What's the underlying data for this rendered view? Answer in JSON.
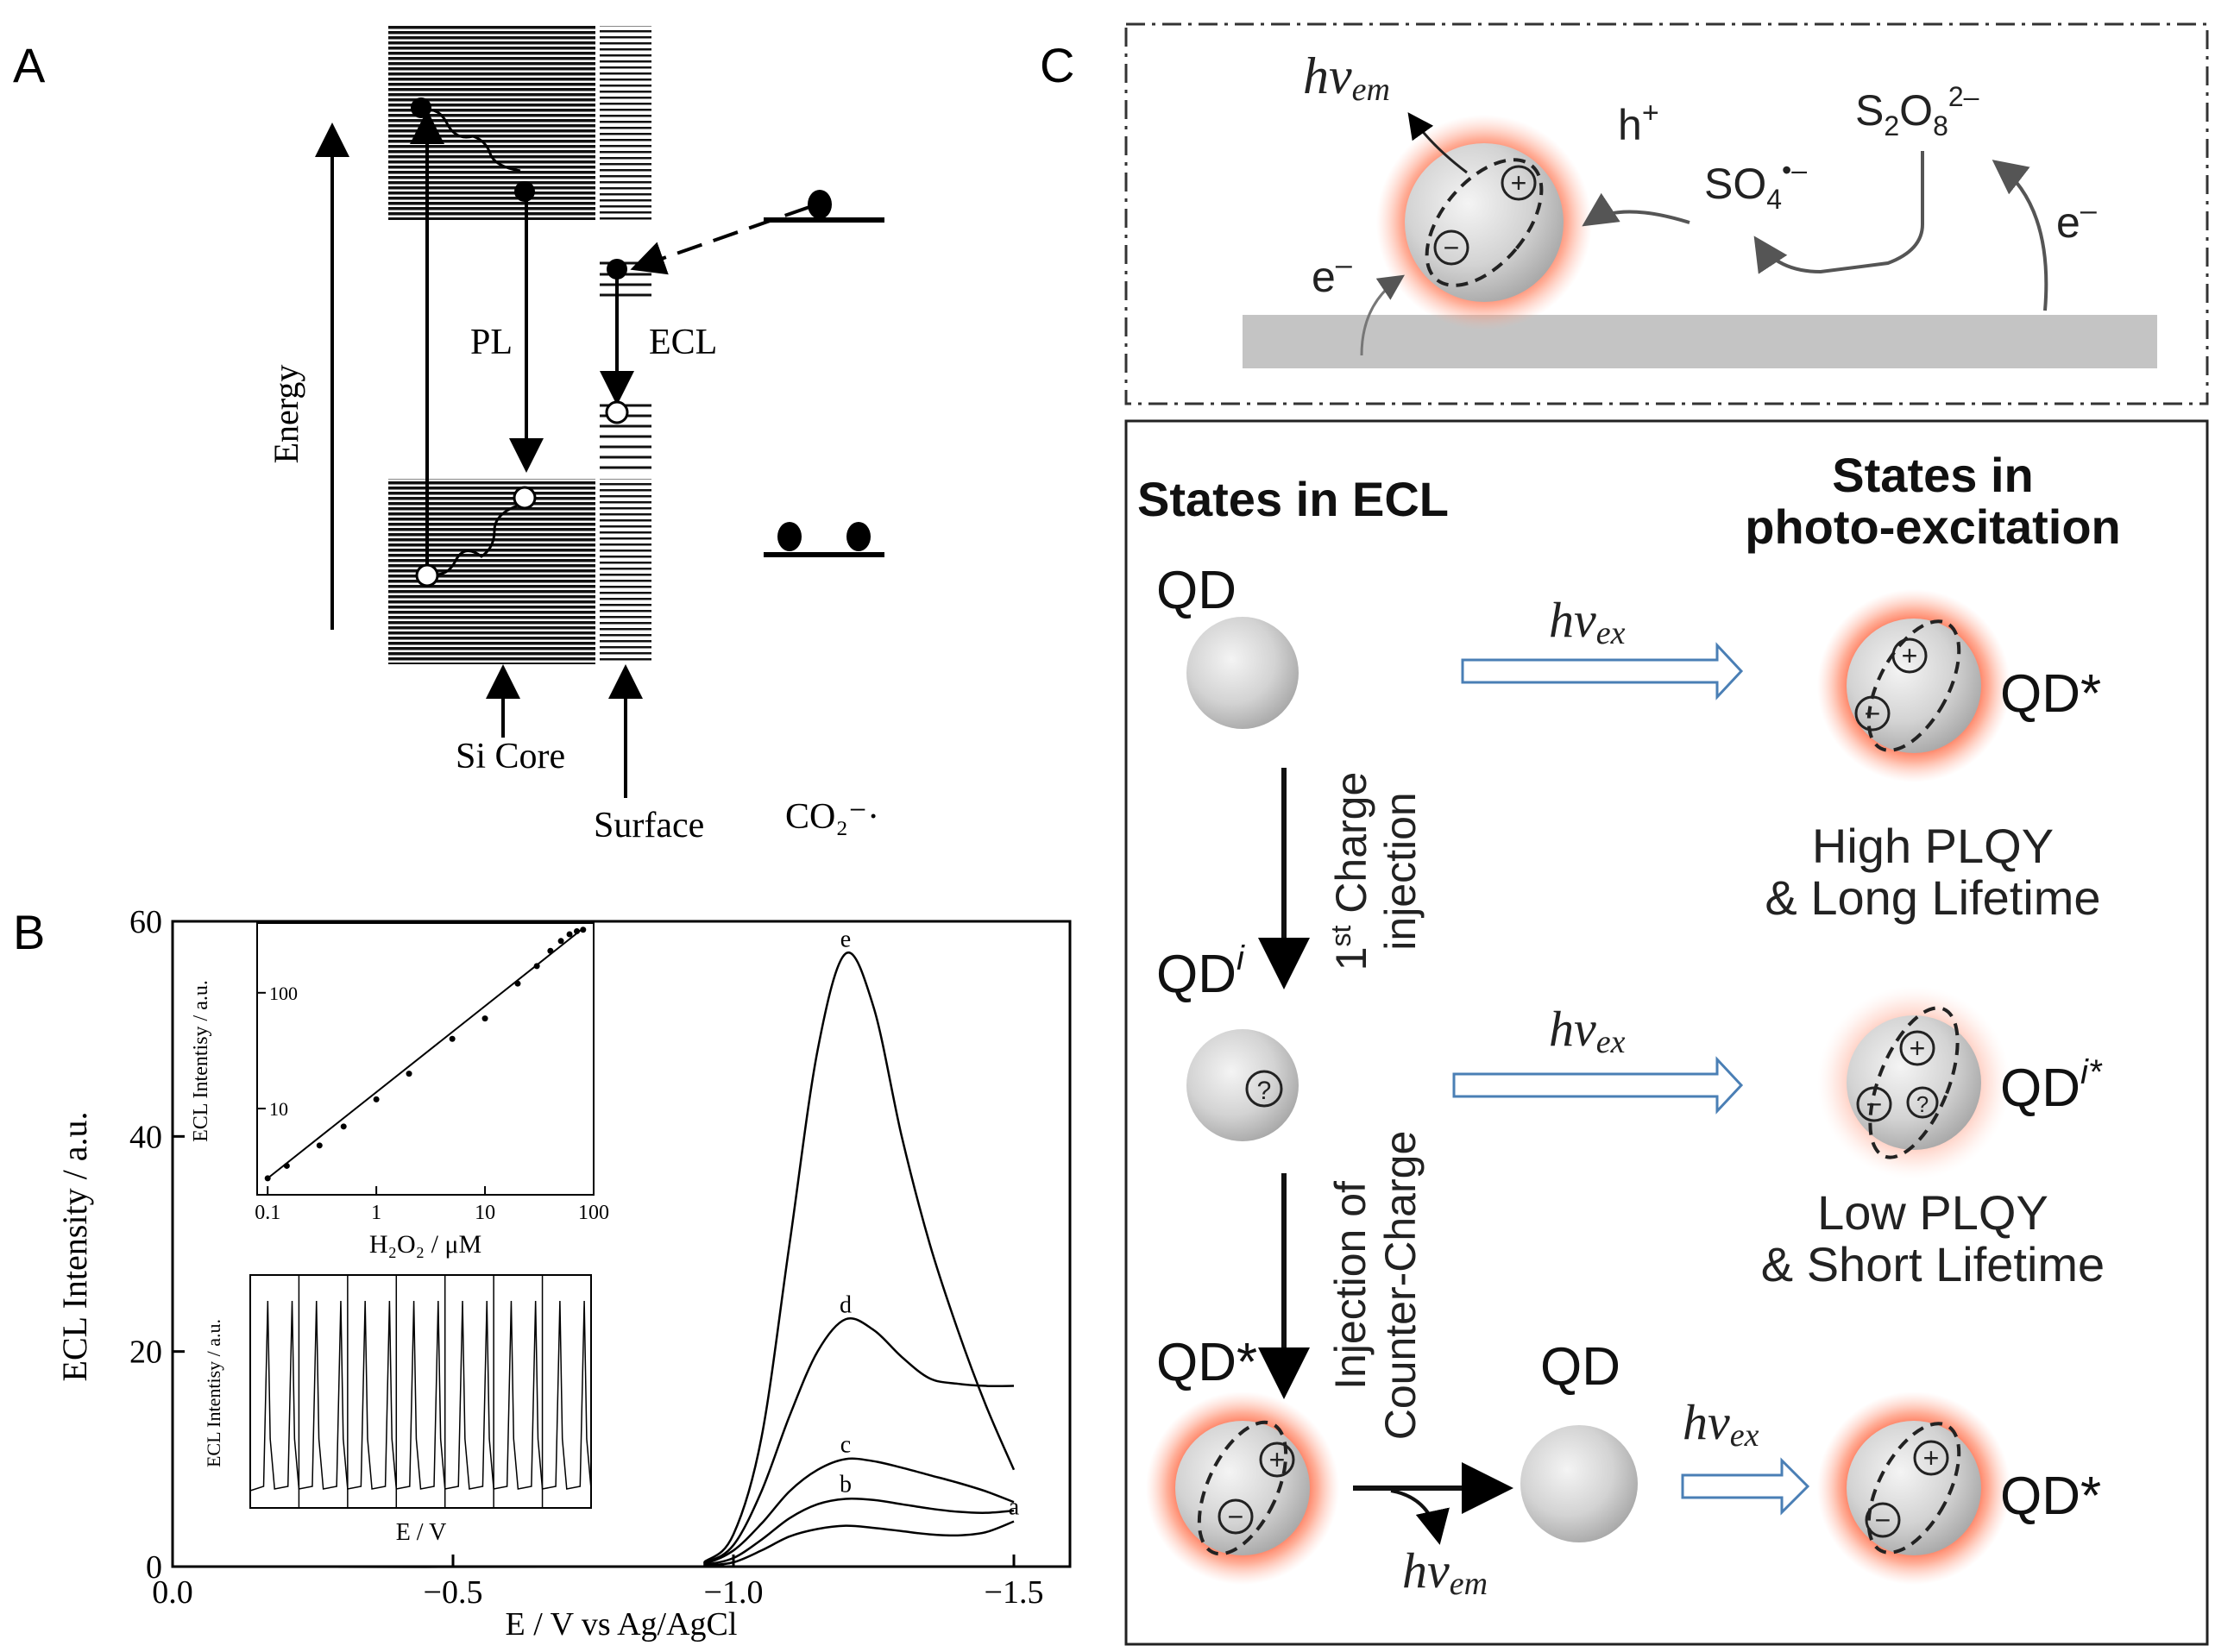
{
  "panels": {
    "a": "A",
    "b": "B",
    "c": "C"
  },
  "panel_a": {
    "energy_label": "Energy",
    "pl_label": "PL",
    "ecl_label": "ECL",
    "si_core_label": "Si Core",
    "surface_label": "Surface",
    "co2_label": "CO₂⁻·"
  },
  "panel_b": {
    "chart_data": [
      {
        "type": "line",
        "xlabel": "E / V vs Ag/AgCl",
        "ylabel": "ECL Intensity / a.u.",
        "xlim": [
          0.0,
          -1.6
        ],
        "ylim": [
          0,
          60
        ],
        "xticks": [
          "0.0",
          "−0.5",
          "−1.0",
          "−1.5"
        ],
        "yticks": [
          "0",
          "20",
          "40",
          "60"
        ],
        "x": [
          0.0,
          -0.9,
          -0.95,
          -1.0,
          -1.05,
          -1.1,
          -1.15,
          -1.2,
          -1.25,
          -1.3,
          -1.35,
          -1.4,
          -1.45,
          -1.5
        ],
        "series": [
          {
            "name": "a",
            "values": [
              0,
              0,
              0.1,
              0.4,
              1.5,
              2.8,
              3.5,
              3.8,
              3.6,
              3.3,
              3.0,
              2.9,
              3.2,
              4.2
            ]
          },
          {
            "name": "b",
            "values": [
              0,
              0,
              0.2,
              0.8,
              2.5,
              4.5,
              5.8,
              6.3,
              6.2,
              5.8,
              5.4,
              5.1,
              5.0,
              5.2
            ]
          },
          {
            "name": "c",
            "values": [
              0,
              0,
              0.3,
              1.5,
              4.0,
              7.0,
              9.0,
              10.0,
              9.8,
              9.2,
              8.5,
              7.8,
              7.0,
              6.0
            ]
          },
          {
            "name": "d",
            "values": [
              0,
              0,
              0.4,
              2.0,
              7.0,
              14.0,
              20.0,
              23.0,
              22.0,
              19.5,
              17.5,
              17.0,
              16.8,
              16.8
            ]
          },
          {
            "name": "e",
            "values": [
              0,
              0,
              0.5,
              3.0,
              12.0,
              30.0,
              48.0,
              57.0,
              52.0,
              40.0,
              30.0,
              22.0,
              15.0,
              9.0
            ]
          }
        ]
      },
      {
        "type": "scatter",
        "xlabel": "H₂O₂ / μM",
        "ylabel": "ECL Intentisy / a.u.",
        "log_x": true,
        "log_y": true,
        "xticks": [
          "0.1",
          "1",
          "10",
          "100"
        ],
        "yticks": [
          "10",
          "100"
        ],
        "x": [
          0.1,
          0.15,
          0.3,
          0.5,
          1,
          2,
          5,
          10,
          20,
          30,
          40,
          50,
          60,
          70,
          80
        ],
        "y": [
          2.5,
          3.2,
          4.8,
          7,
          12,
          20,
          40,
          60,
          120,
          170,
          230,
          280,
          320,
          340,
          350
        ]
      },
      {
        "type": "line",
        "xlabel": "E / V",
        "ylabel": "ECL Intentisy / a.u."
      }
    ],
    "curve_labels": [
      "a",
      "b",
      "c",
      "d",
      "e"
    ]
  },
  "panel_c": {
    "hv_em": "hν",
    "em_sub": "em",
    "hv_ex": "hν",
    "ex_sub": "ex",
    "h_plus": "h",
    "plus_sup": "+",
    "e_minus": "e",
    "minus_sup": "–",
    "so4_label": "SO",
    "so4_sub": "4",
    "so4_sup": "•–",
    "s2o8_s": "S",
    "s2o8_sub1": "2",
    "s2o8_o": "O",
    "s2o8_sub2": "8",
    "s2o8_sup": "2–",
    "states_ecl": "States in ECL",
    "states_photo_1": "States in",
    "states_photo_2": "photo-excitation",
    "qd": "QD",
    "qd_i": "QD",
    "qd_i_sup": "i",
    "qd_star": "QD*",
    "qd_i_star_sup": "i*",
    "first_charge_1": "1",
    "first_charge_st": "st",
    "first_charge_2": " Charge",
    "first_charge_3": "injection",
    "counter_1": "Injection of",
    "counter_2": "Counter-Charge",
    "high_plqy_1": "High PLQY",
    "high_plqy_2": "& Long Lifetime",
    "low_plqy_1": "Low PLQY",
    "low_plqy_2": "& Short Lifetime",
    "question": "?",
    "plus": "+",
    "minus": "−"
  }
}
